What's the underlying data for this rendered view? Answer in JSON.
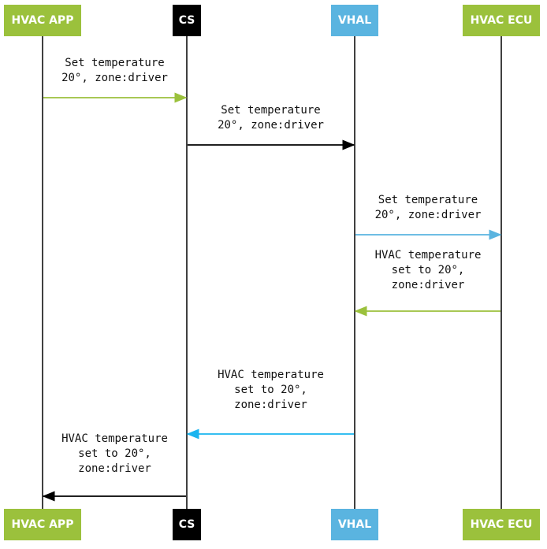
{
  "colors": {
    "green": "#9bc13c",
    "black": "#000000",
    "blue": "#5ab4e0",
    "cyan": "#1ab4ef"
  },
  "actors": [
    {
      "id": "app",
      "label": "HVAC APP",
      "color": "#9bc13c"
    },
    {
      "id": "cs",
      "label": "CS",
      "color": "#000000"
    },
    {
      "id": "vhal",
      "label": "VHAL",
      "color": "#5ab4e0"
    },
    {
      "id": "ecu",
      "label": "HVAC ECU",
      "color": "#9bc13c"
    }
  ],
  "messages": [
    {
      "from": "app",
      "to": "cs",
      "color": "#9bc13c",
      "label": [
        "Set temperature",
        "20°, zone:driver"
      ]
    },
    {
      "from": "cs",
      "to": "vhal",
      "color": "#000000",
      "label": [
        "Set temperature",
        "20°, zone:driver"
      ]
    },
    {
      "from": "vhal",
      "to": "ecu",
      "color": "#5ab4e0",
      "label": [
        "Set temperature",
        "20°, zone:driver"
      ]
    },
    {
      "from": "ecu",
      "to": "vhal",
      "color": "#9bc13c",
      "label": [
        "HVAC temperature",
        "set to 20°,",
        "zone:driver"
      ]
    },
    {
      "from": "vhal",
      "to": "cs",
      "color": "#1ab4ef",
      "label": [
        "HVAC temperature",
        "set to 20°,",
        "zone:driver"
      ]
    },
    {
      "from": "cs",
      "to": "app",
      "color": "#000000",
      "label": [
        "HVAC temperature",
        "set to 20°,",
        "zone:driver"
      ]
    }
  ]
}
